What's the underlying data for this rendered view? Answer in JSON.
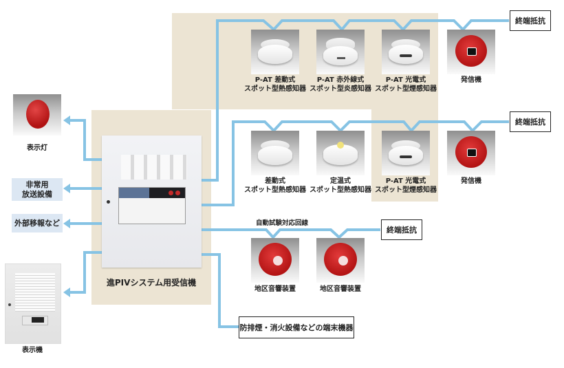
{
  "diagram": {
    "title": "進PIVシステム用受信機",
    "colors": {
      "wire": "#86c3e4",
      "panel_background": "#ece4d3",
      "output_box": "#dce7f3",
      "device_red": "#c21d1d"
    },
    "receiver": {
      "label": "進PIVシステム用受信機"
    },
    "outputs_left": [
      {
        "label": "表示灯",
        "type": "photo"
      },
      {
        "label": "非常用\n放送設備",
        "line1": "非常用",
        "line2": "放送設備",
        "type": "box"
      },
      {
        "label": "外部移報など",
        "type": "box"
      },
      {
        "label": "表示機",
        "type": "photo"
      }
    ],
    "circuit1": {
      "devices": [
        {
          "line1": "P-AT 差動式",
          "line2": "スポット型熱感知器"
        },
        {
          "line1": "P-AT 赤外線式",
          "line2": "スポット型炎感知器"
        },
        {
          "line1": "P-AT 光電式",
          "line2": "スポット型煙感知器"
        },
        {
          "line1": "発信機",
          "line2": ""
        }
      ],
      "terminator": "終端抵抗"
    },
    "circuit2": {
      "devices": [
        {
          "line1": "差動式",
          "line2": "スポット型熱感知器"
        },
        {
          "line1": "定温式",
          "line2": "スポット型熱感知器"
        },
        {
          "line1": "P-AT 光電式",
          "line2": "スポット型煙感知器"
        },
        {
          "line1": "発信機",
          "line2": ""
        }
      ],
      "terminator": "終端抵抗"
    },
    "circuit3": {
      "label": "自動試験対応回線",
      "devices": [
        {
          "line1": "地区音響装置"
        },
        {
          "line1": "地区音響装置"
        }
      ],
      "terminator": "終端抵抗"
    },
    "terminal_equipment": "防排煙・消火設備などの端末機器"
  }
}
